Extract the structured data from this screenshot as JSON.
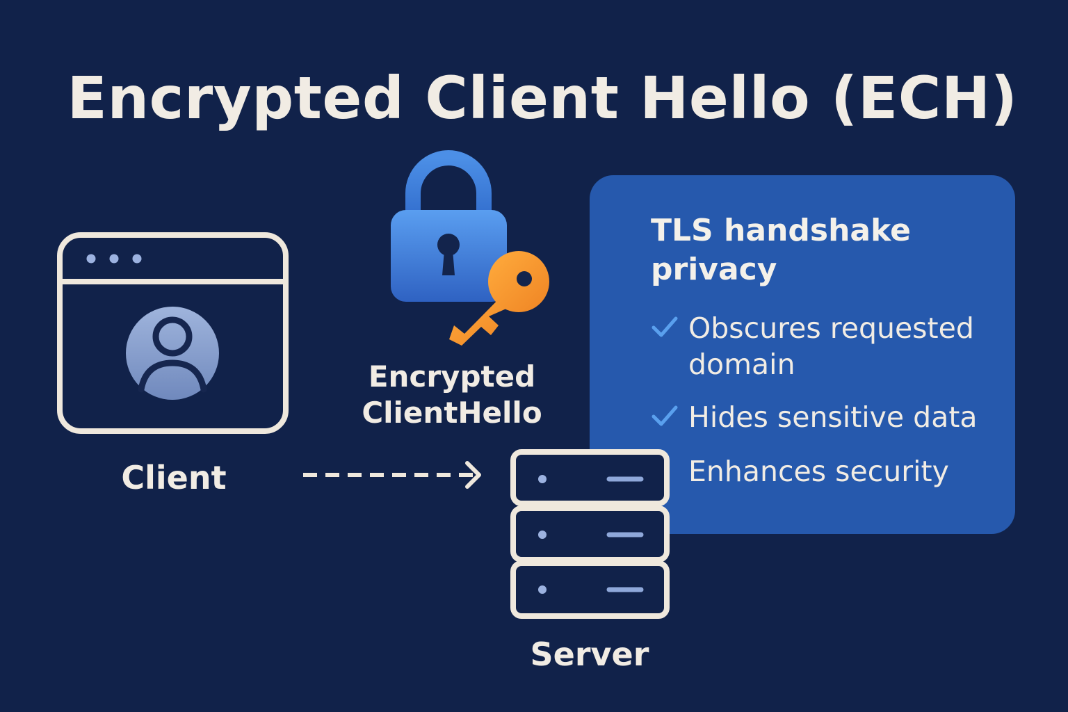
{
  "title": "Encrypted Client Hello (ECH)",
  "client": {
    "label": "Client",
    "icon": "browser-window-user-icon"
  },
  "message": {
    "label_line1": "Encrypted",
    "label_line2": "ClientHello",
    "icons": [
      "padlock-icon",
      "key-icon"
    ]
  },
  "server": {
    "label": "Server",
    "icon": "server-stack-icon"
  },
  "panel": {
    "title": "TLS handshake privacy",
    "features": [
      {
        "text": "Obscures requested domain",
        "checked": true
      },
      {
        "text": "Hides sensitive data",
        "checked": true
      },
      {
        "text": "Enhances security",
        "checked": false
      }
    ]
  },
  "colors": {
    "background": "#11224a",
    "panel": "#2659ad",
    "text": "#f1ece4",
    "lock": "#3f7fd6",
    "key": "#f5962f",
    "check": "#5aa0ee"
  }
}
